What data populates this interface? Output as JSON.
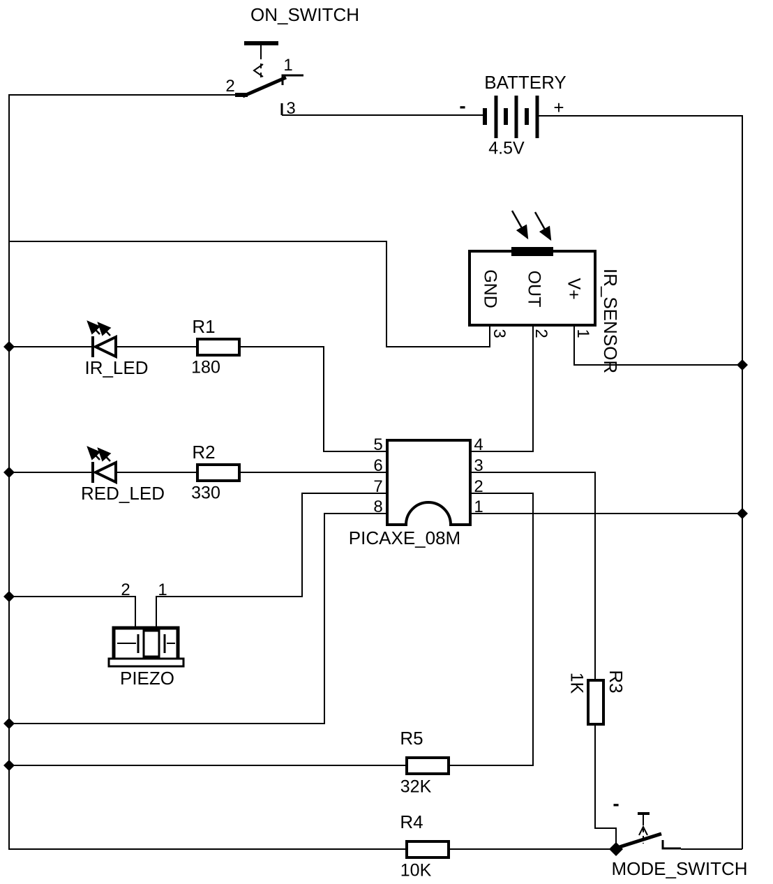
{
  "colors": {
    "line": "#000000",
    "background": "#ffffff"
  },
  "components": {
    "on_switch": {
      "label": "ON_SWITCH",
      "pin1": "1",
      "pin2": "2",
      "pin3": "3"
    },
    "battery": {
      "label": "BATTERY",
      "value": "4.5V",
      "neg": "-",
      "pos": "+"
    },
    "ir_sensor": {
      "label": "IR_SENSOR",
      "pins": [
        {
          "name": "GND",
          "number": "3"
        },
        {
          "name": "OUT",
          "number": "2"
        },
        {
          "name": "V+",
          "number": "1"
        }
      ]
    },
    "ir_led": {
      "label": "IR_LED"
    },
    "r1": {
      "label": "R1",
      "value": "180"
    },
    "red_led": {
      "label": "RED_LED"
    },
    "r2": {
      "label": "R2",
      "value": "330"
    },
    "picaxe": {
      "label": "PICAXE_08M",
      "left_pins": [
        "5",
        "6",
        "7",
        "8"
      ],
      "right_pins": [
        "4",
        "3",
        "2",
        "1"
      ]
    },
    "piezo": {
      "label": "PIEZO",
      "pin2": "2",
      "pin1": "1"
    },
    "r3": {
      "label": "R3",
      "value": "1K"
    },
    "r5": {
      "label": "R5",
      "value": "32K"
    },
    "r4": {
      "label": "R4",
      "value": "10K"
    },
    "mode_switch": {
      "label": "MODE_SWITCH",
      "neg": "-"
    }
  }
}
